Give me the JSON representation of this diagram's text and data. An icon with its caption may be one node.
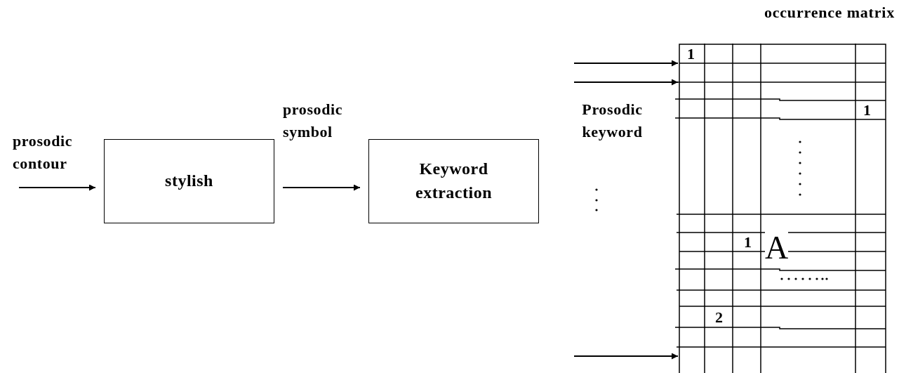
{
  "diagram": {
    "nodes": [
      {
        "text": [
          "stylish"
        ]
      },
      {
        "text": [
          "Keyword extraction"
        ]
      },
      {
        "text": [
          "occurrence matrix"
        ]
      }
    ],
    "edges": [
      {
        "from": null,
        "to": 0,
        "arrow": "to",
        "label": "prosodic contour"
      },
      {
        "from": 0,
        "to": 1,
        "arrow": "to",
        "label": "prosodic symbol"
      },
      {
        "from": null,
        "to": 2,
        "arrow": "to"
      },
      {
        "from": null,
        "to": 2,
        "arrow": "to"
      },
      {
        "from": null,
        "to": 2,
        "arrow": "to"
      }
    ],
    "labels": [
      "Prosodic keyword",
      "1",
      "1",
      "1",
      "A",
      "2"
    ]
  }
}
